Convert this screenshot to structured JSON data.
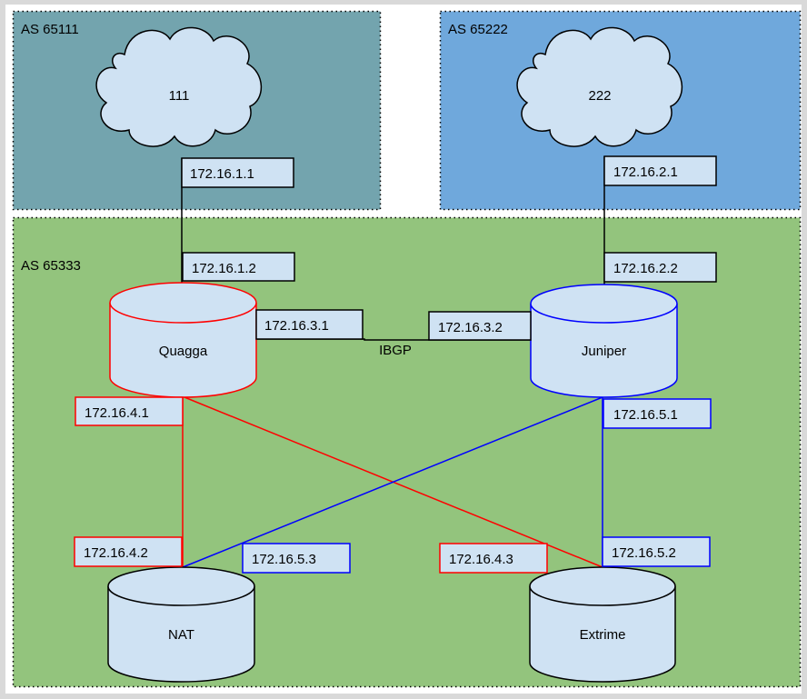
{
  "colors": {
    "as65111_fill": "#73a4ae",
    "as65222_fill": "#6fa8dc",
    "as65333_fill": "#93c47d",
    "node_fill": "#cfe2f3",
    "red_link": "#ff0000",
    "blue_link": "#0000ff",
    "black_link": "#000000"
  },
  "zones": [
    {
      "id": "as65111",
      "label": "AS 65111"
    },
    {
      "id": "as65222",
      "label": "AS 65222"
    },
    {
      "id": "as65333",
      "label": "AS 65333"
    }
  ],
  "clouds": [
    {
      "id": "cloud-111",
      "label": "111"
    },
    {
      "id": "cloud-222",
      "label": "222"
    }
  ],
  "routers": [
    {
      "id": "quagga",
      "label": "Quagga",
      "outline": "red"
    },
    {
      "id": "juniper",
      "label": "Juniper",
      "outline": "blue"
    },
    {
      "id": "nat",
      "label": "NAT",
      "outline": "black"
    },
    {
      "id": "extrime",
      "label": "Extrime",
      "outline": "black"
    }
  ],
  "links": [
    {
      "from": "cloud-111",
      "to": "quagga",
      "color": "black"
    },
    {
      "from": "cloud-222",
      "to": "juniper",
      "color": "black"
    },
    {
      "from": "quagga",
      "to": "juniper",
      "color": "black",
      "label": "IBGP"
    },
    {
      "from": "quagga",
      "to": "nat",
      "color": "red"
    },
    {
      "from": "quagga",
      "to": "extrime",
      "color": "red"
    },
    {
      "from": "juniper",
      "to": "nat",
      "color": "blue"
    },
    {
      "from": "juniper",
      "to": "extrime",
      "color": "blue"
    }
  ],
  "ip_labels": {
    "cloud111_if": "172.16.1.1",
    "quagga_up_if": "172.16.1.2",
    "cloud222_if": "172.16.2.1",
    "juniper_up_if": "172.16.2.2",
    "quagga_ibgp_if": "172.16.3.1",
    "juniper_ibgp_if": "172.16.3.2",
    "quagga_red_if": "172.16.4.1",
    "nat_red_if": "172.16.4.2",
    "extrime_red_if": "172.16.4.3",
    "juniper_blue_if": "172.16.5.1",
    "extrime_blue_if": "172.16.5.2",
    "nat_blue_if": "172.16.5.3"
  },
  "ibgp_label": "IBGP"
}
